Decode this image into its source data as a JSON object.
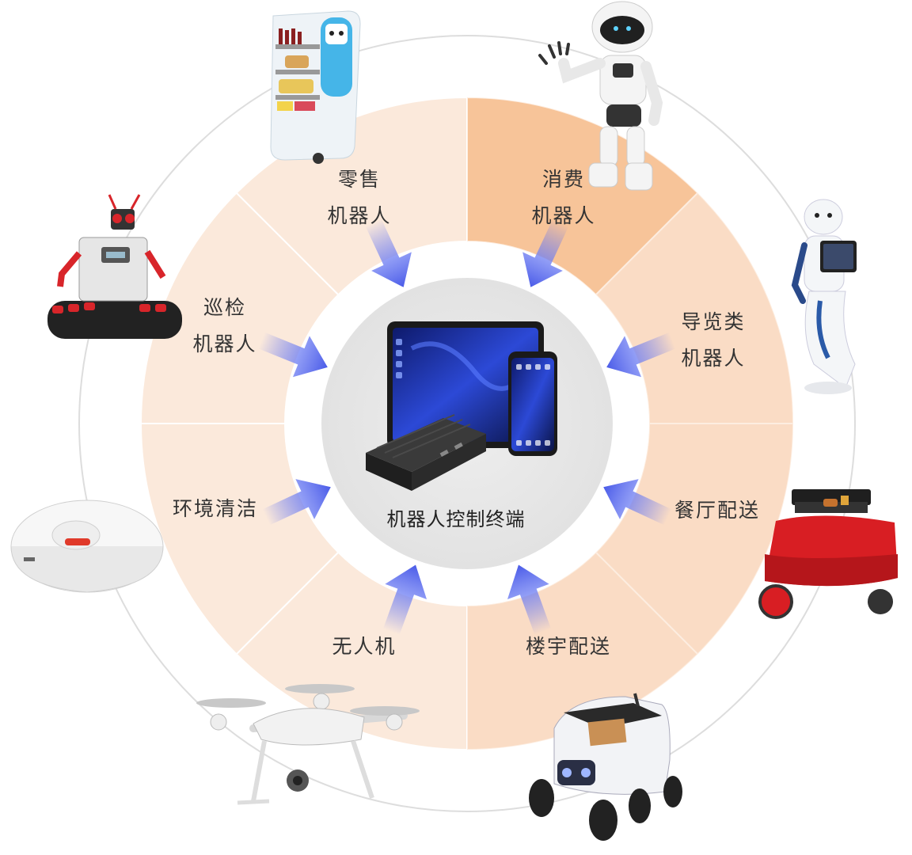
{
  "center": {
    "label": "机器人控制终端"
  },
  "segments": [
    {
      "id": "retail",
      "lines": [
        "零售",
        "机器人"
      ],
      "image": "retail-robot-image"
    },
    {
      "id": "consumer",
      "lines": [
        "消费",
        "机器人"
      ],
      "image": "humanoid-robot-image"
    },
    {
      "id": "guide",
      "lines": [
        "导览类",
        "机器人"
      ],
      "image": "guide-robot-image"
    },
    {
      "id": "restaurant",
      "lines": [
        "餐厅配送"
      ],
      "image": "restaurant-delivery-robot-image"
    },
    {
      "id": "building",
      "lines": [
        "楼宇配送"
      ],
      "image": "delivery-rover-image"
    },
    {
      "id": "drone",
      "lines": [
        "无人机"
      ],
      "image": "drone-image"
    },
    {
      "id": "cleaning",
      "lines": [
        "环境清洁"
      ],
      "image": "robot-vacuum-image"
    },
    {
      "id": "patrol",
      "lines": [
        "巡检",
        "机器人"
      ],
      "image": "patrol-robot-image"
    }
  ],
  "colors": {
    "ring_light": "#fbe9db",
    "ring_highlight": "#f7c9a0",
    "center_disc": "#e6e6e6",
    "arrow": "#5b6cf0",
    "outer_circle": "#dddddd"
  }
}
